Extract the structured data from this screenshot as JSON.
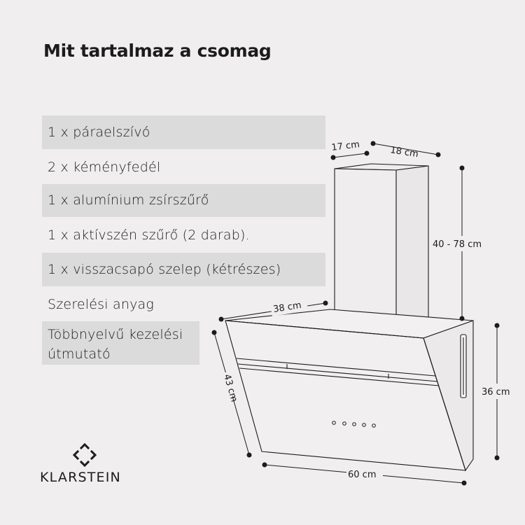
{
  "header": {
    "title": "Mit tartalmaz a csomag"
  },
  "contents": [
    {
      "label": "1 x páraelszívó",
      "shaded": true
    },
    {
      "label": "2 x kéményfedél",
      "shaded": false
    },
    {
      "label": "1 x alumínium zsírszűrő",
      "shaded": true
    },
    {
      "label": "1 x aktívszén szűrő (2 darab).",
      "shaded": false
    },
    {
      "label": "1 x visszacsapó szelep (kétrészes)",
      "shaded": true
    },
    {
      "label": "Szerelési anyag",
      "shaded": false
    },
    {
      "label": "Többnyelvű kezelési útmutató",
      "shaded": true
    }
  ],
  "dimensions": {
    "chimney_depth": "17 cm",
    "chimney_width": "18 cm",
    "chimney_height": "40 - 78 cm",
    "hood_depth": "38 cm",
    "hood_diagonal": "43 cm",
    "hood_height": "36 cm",
    "hood_width": "60 cm"
  },
  "brand": {
    "name": "KLARSTEIN",
    "logo_icon": "klarstein-logo-icon"
  },
  "colors": {
    "background": "#f0eeee",
    "shade": "#dcdbdb",
    "ink": "#1c1c1c"
  }
}
